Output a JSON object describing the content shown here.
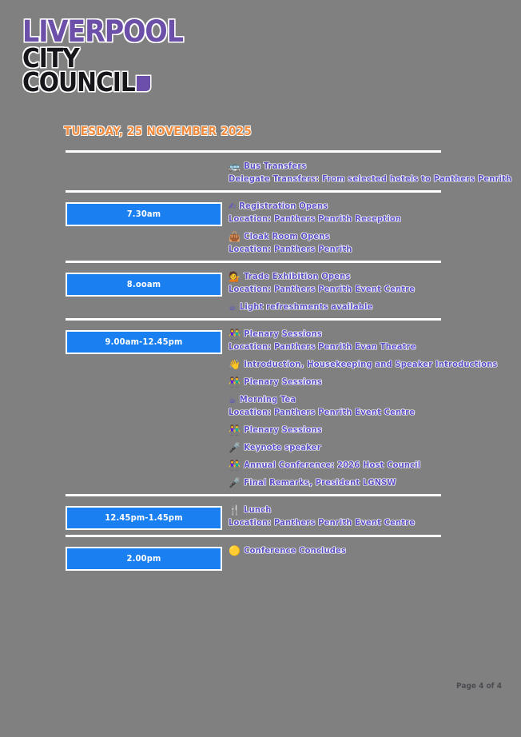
{
  "logo": {
    "line1": "LIVERPOOL",
    "line2": "CITY",
    "line3": "COUNCIL",
    "mark": "logo-square-mark",
    "color_primary": "#6b4fa8",
    "color_secondary": "#16161a"
  },
  "heading": {
    "date": "TUESDAY, 25 NOVEMBER 2025",
    "color": "#f08a3c"
  },
  "theme": {
    "background": "#808080",
    "badge_background": "#1a7ff0",
    "badge_text": "#ffffff",
    "event_text": "#5b4fc4",
    "divider": "#ffffff"
  },
  "schedule": [
    {
      "time": "",
      "has_time_badge": false,
      "events": [
        {
          "icon": "bus-icon",
          "glyph": "🚌",
          "title": "Bus Transfers",
          "location": "Delegate Transfers: From selected hotels to Panthers Penrith"
        }
      ]
    },
    {
      "time": "7.30am",
      "has_time_badge": true,
      "events": [
        {
          "icon": "writing-hand-icon",
          "glyph": "✍",
          "title": "Registration Opens",
          "location": "Location: Panthers Penrith Reception"
        },
        {
          "icon": "coat-icon",
          "glyph": "👜",
          "title": "Cloak Room Opens",
          "location": "Location: Panthers Penrith"
        }
      ]
    },
    {
      "time": "8.ooam",
      "has_time_badge": true,
      "events": [
        {
          "icon": "information-desk-person-icon",
          "glyph": "💁",
          "title": "Trade Exhibition Opens",
          "location": "Location: Panthers Penrith Event Centre"
        },
        {
          "icon": "coffee-cup-icon",
          "glyph": "☕",
          "title": "Light refreshments available",
          "location": ""
        }
      ]
    },
    {
      "time": "9.00am-12.45pm",
      "has_time_badge": true,
      "events": [
        {
          "icon": "people-icon",
          "glyph": "👫",
          "title": "Plenary Sessions",
          "location": "Location: Panthers Penrith Evan Theatre"
        },
        {
          "icon": "waving-hand-icon",
          "glyph": "👋",
          "title": "Introduction, Housekeeping and Speaker Introductions",
          "location": ""
        },
        {
          "icon": "people-icon",
          "glyph": "👫",
          "title": "Plenary Sessions",
          "location": ""
        },
        {
          "icon": "coffee-cup-icon",
          "glyph": "☕",
          "title": "Morning Tea",
          "location": "Location: Panthers Penrith Event Centre"
        },
        {
          "icon": "people-icon",
          "glyph": "👫",
          "title": "Plenary Sessions",
          "location": ""
        },
        {
          "icon": "microphone-icon",
          "glyph": "🎤",
          "title": "Keynote speaker",
          "location": ""
        },
        {
          "icon": "people-icon",
          "glyph": "👫",
          "title": "Annual Conference: 2026 Host Council",
          "location": ""
        },
        {
          "icon": "microphone-icon",
          "glyph": "🎤",
          "title": "Final Remarks, President LGNSW",
          "location": ""
        }
      ]
    },
    {
      "time": "12.45pm-1.45pm",
      "has_time_badge": true,
      "events": [
        {
          "icon": "fork-and-knife-icon",
          "glyph": "🍴",
          "title": "Lunch",
          "location": "Location: Panthers Penrith Event Centre"
        }
      ]
    },
    {
      "time": "2.00pm",
      "has_time_badge": true,
      "events": [
        {
          "icon": "clapping-hands-icon",
          "glyph": "🟡",
          "title": "Conference Concludes",
          "location": ""
        }
      ]
    }
  ],
  "footer": {
    "page_label": "Page 4 of 4"
  }
}
